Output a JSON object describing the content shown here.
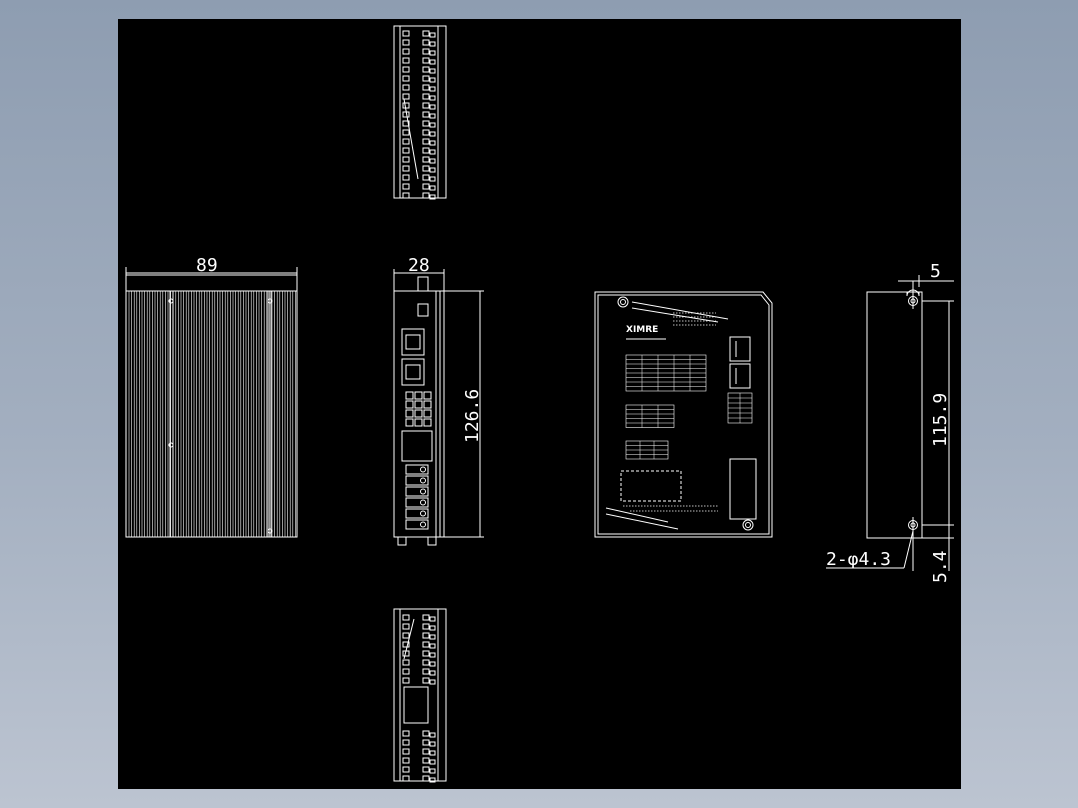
{
  "drawing": {
    "colors": {
      "background": "#000000",
      "line": "#ffffff",
      "frame": "#8e9db1"
    },
    "dimensions": {
      "side_width": "89",
      "front_width": "28",
      "front_height": "126.6",
      "hole_pitch": "115.9",
      "hole_offset_top": "5",
      "hole_offset_bottom": "5.4",
      "hole_callout": "2-φ4.3"
    },
    "label": {
      "brand": "XIMRE"
    }
  }
}
